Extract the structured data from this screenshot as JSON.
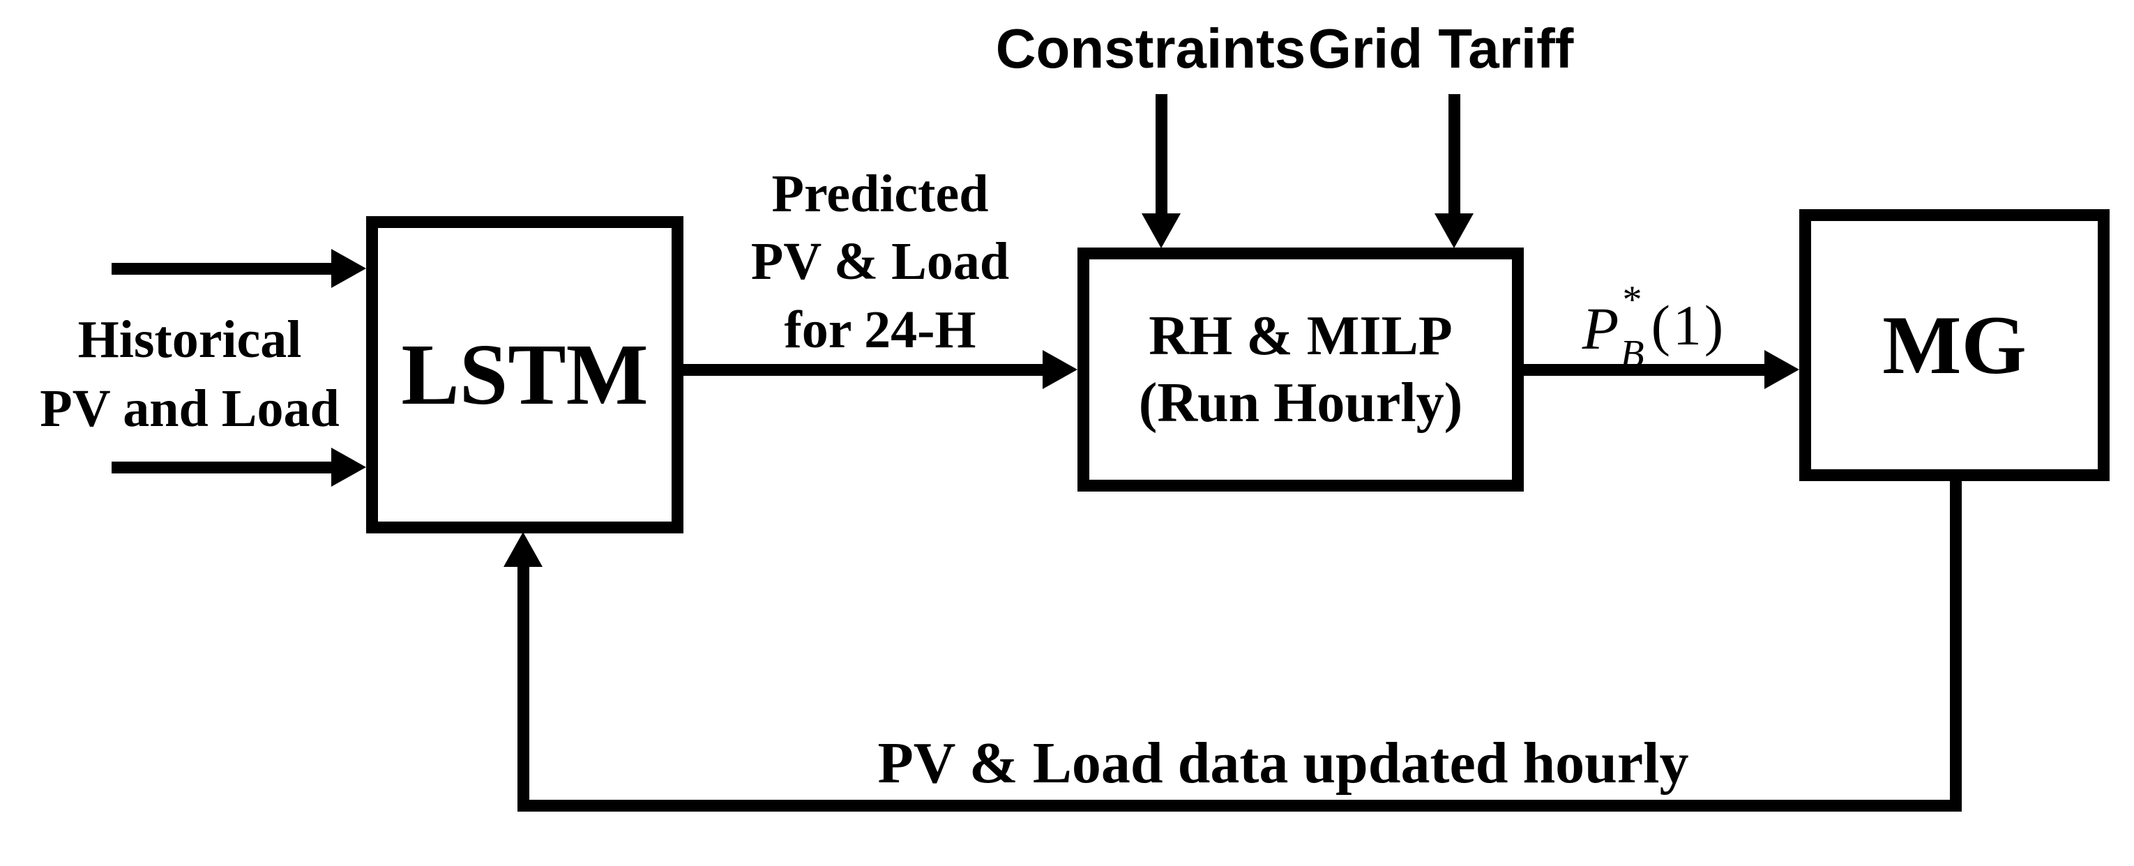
{
  "nodes": {
    "lstm": {
      "label": "LSTM"
    },
    "rh_milp": {
      "label_line1": "RH & MILP",
      "label_line2": "(Run Hourly)"
    },
    "mg": {
      "label": "MG"
    }
  },
  "inputs": {
    "constraints": "Constraints",
    "grid_tariff": "Grid Tariff",
    "historical_line1": "Historical",
    "historical_line2": "PV and Load"
  },
  "edges": {
    "predicted_line1": "Predicted",
    "predicted_line2": "PV & Load",
    "predicted_line3": "for 24-H",
    "power_setpoint": {
      "base": "P",
      "sup": "*",
      "sub": "B",
      "arg": "(1)"
    },
    "feedback_label": "PV & Load data updated hourly"
  },
  "colors": {
    "ink": "#000000",
    "background": "#ffffff"
  }
}
